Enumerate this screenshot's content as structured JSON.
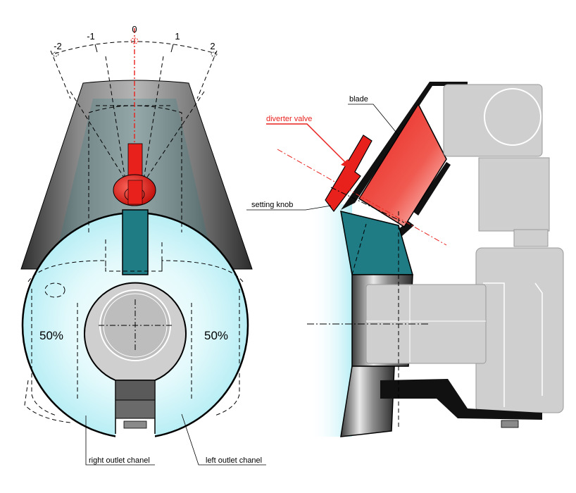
{
  "scale": {
    "ticks": [
      "-2",
      "-1",
      "0",
      "1",
      "2"
    ]
  },
  "front_view": {
    "left_percent": "50%",
    "right_percent": "50%",
    "label_right_outlet": "right outlet chanel",
    "label_left_outlet": "left outlet chanel"
  },
  "side_view": {
    "label_blade": "blade",
    "label_diverter": "diverter valve",
    "label_knob": "setting knob"
  },
  "colors": {
    "valve_red": "#e8211d",
    "channel_teal": "#1f7b84",
    "glow_cyan": "#c9f3f8",
    "camera_gray": "#cfcfcf",
    "body_dark": "#4a4a4a"
  }
}
